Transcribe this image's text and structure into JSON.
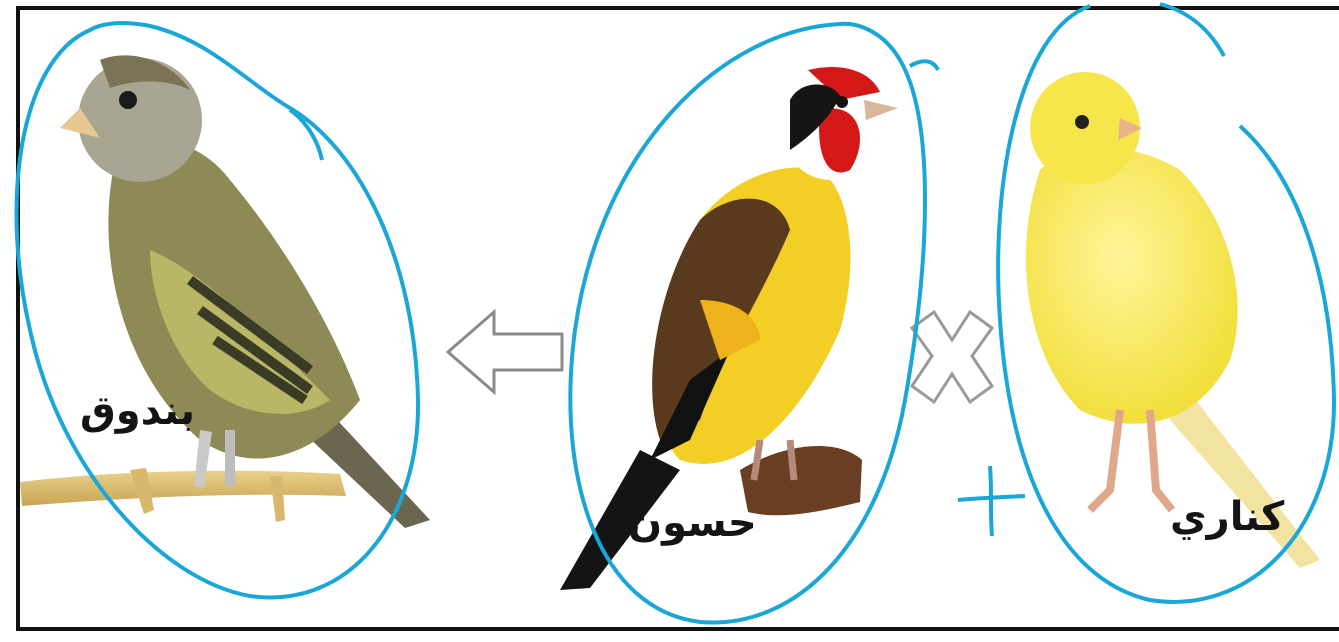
{
  "birds": [
    {
      "label": "بندوق",
      "depicts": "greenfinch hybrid"
    },
    {
      "label": "حسون",
      "depicts": "goldfinch"
    },
    {
      "label": "كناري",
      "depicts": "canary"
    }
  ],
  "symbols": {
    "cross": "cross-icon",
    "arrow": "arrow-left-icon",
    "plus": "plus-mark"
  },
  "colors": {
    "annotation": "#1aa7d8",
    "frame": "#111111"
  }
}
